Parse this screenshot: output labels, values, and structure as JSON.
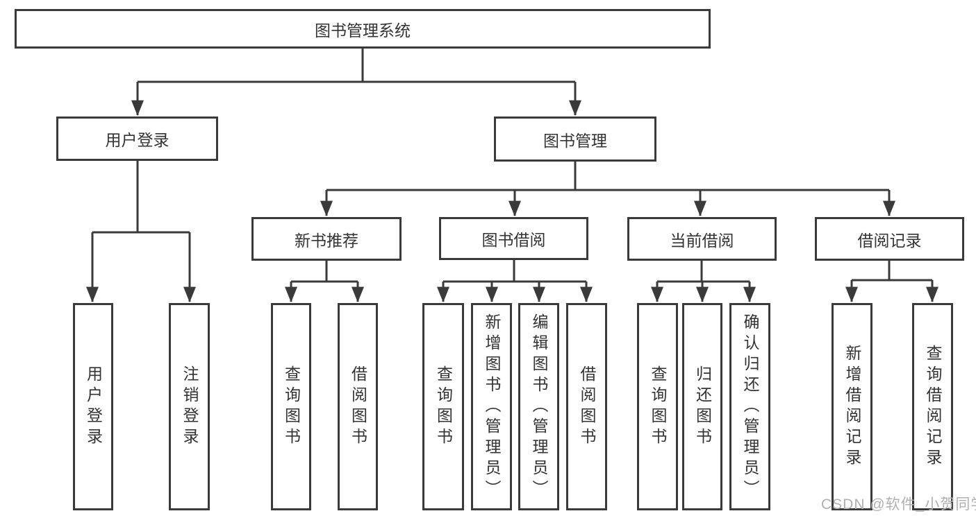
{
  "tree": {
    "root": "图书管理系统",
    "branches": [
      {
        "label": "用户登录",
        "children": [
          "用户登录",
          "注销登录"
        ]
      },
      {
        "label": "图书管理",
        "sections": [
          {
            "label": "新书推荐",
            "children": [
              "查询图书",
              "借阅图书"
            ]
          },
          {
            "label": "图书借阅",
            "children": [
              "查询图书",
              "新增图书（管理员）",
              "编辑图书（管理员）",
              "借阅图书"
            ]
          },
          {
            "label": "当前借阅",
            "children": [
              "查询图书",
              "归还图书",
              "确认归还（管理员）"
            ]
          },
          {
            "label": "借阅记录",
            "children": [
              "新增借阅记录",
              "查询借阅记录"
            ]
          }
        ]
      }
    ]
  },
  "watermark": "CSDN @软件_小贺同学",
  "colors": {
    "line": "#3a3a3a",
    "text": "#333333",
    "watermark": "#b0b0b0",
    "background": "#ffffff"
  }
}
